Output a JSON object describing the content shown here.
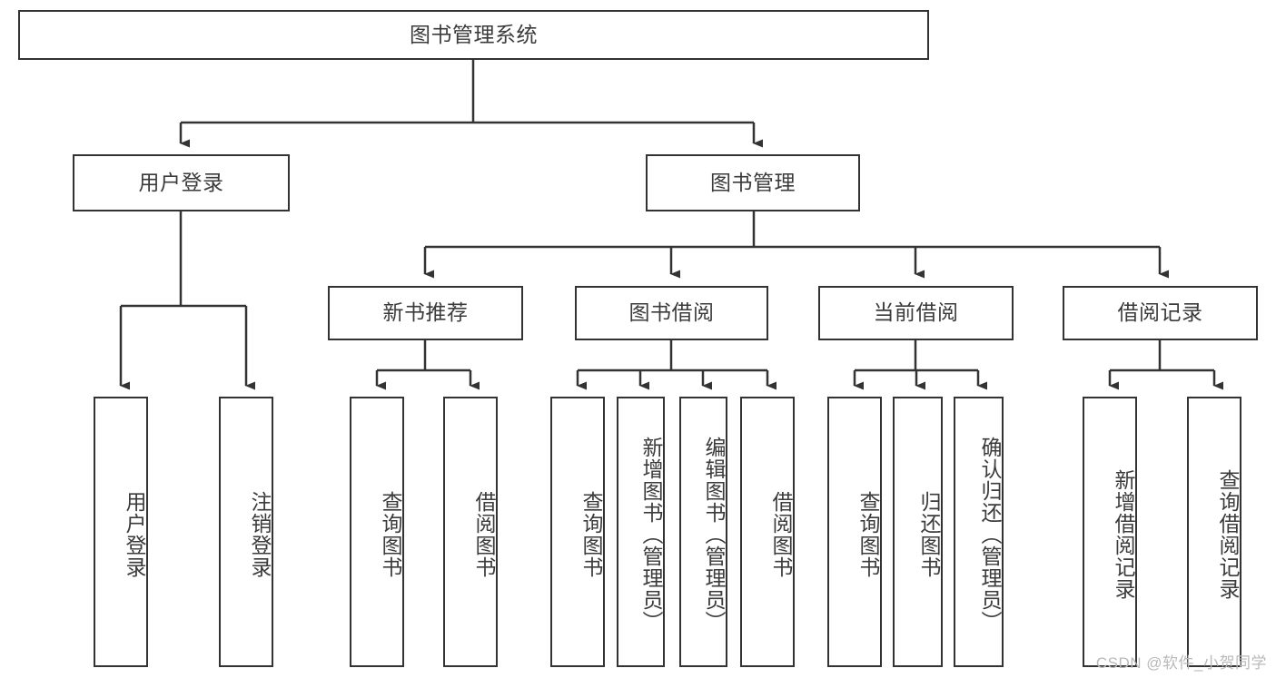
{
  "diagram": {
    "title": "图书管理系统",
    "type": "tree-hierarchy-chart",
    "watermark": "CSDN @软件_小贺同学",
    "colors": {
      "border": "#333333",
      "text": "#3b3b3b",
      "background": "#ffffff",
      "watermark": "#b9b9b9"
    },
    "nodes": {
      "root": {
        "label": "图书管理系统",
        "orientation": "horizontal"
      },
      "level1": [
        {
          "label": "用户登录",
          "orientation": "horizontal"
        },
        {
          "label": "图书管理",
          "orientation": "horizontal"
        }
      ],
      "level2": [
        {
          "label": "新书推荐",
          "orientation": "horizontal"
        },
        {
          "label": "图书借阅",
          "orientation": "horizontal"
        },
        {
          "label": "当前借阅",
          "orientation": "horizontal"
        },
        {
          "label": "借阅记录",
          "orientation": "horizontal"
        }
      ],
      "leaves": {
        "user_login": [
          {
            "label": "用户登录",
            "orientation": "vertical"
          },
          {
            "label": "注销登录",
            "orientation": "vertical"
          }
        ],
        "new_book_recommend": [
          {
            "label": "查询图书",
            "orientation": "vertical"
          },
          {
            "label": "借阅图书",
            "orientation": "vertical"
          }
        ],
        "book_borrow": [
          {
            "label": "查询图书",
            "orientation": "vertical"
          },
          {
            "label": "新增图书（管理员）",
            "orientation": "vertical"
          },
          {
            "label": "编辑图书（管理员）",
            "orientation": "vertical"
          },
          {
            "label": "借阅图书",
            "orientation": "vertical"
          }
        ],
        "current_borrow": [
          {
            "label": "查询图书",
            "orientation": "vertical"
          },
          {
            "label": "归还图书",
            "orientation": "vertical"
          },
          {
            "label": "确认归还（管理员）",
            "orientation": "vertical"
          }
        ],
        "borrow_record": [
          {
            "label": "新增借阅记录",
            "orientation": "vertical"
          },
          {
            "label": "查询借阅记录",
            "orientation": "vertical"
          }
        ]
      }
    }
  }
}
